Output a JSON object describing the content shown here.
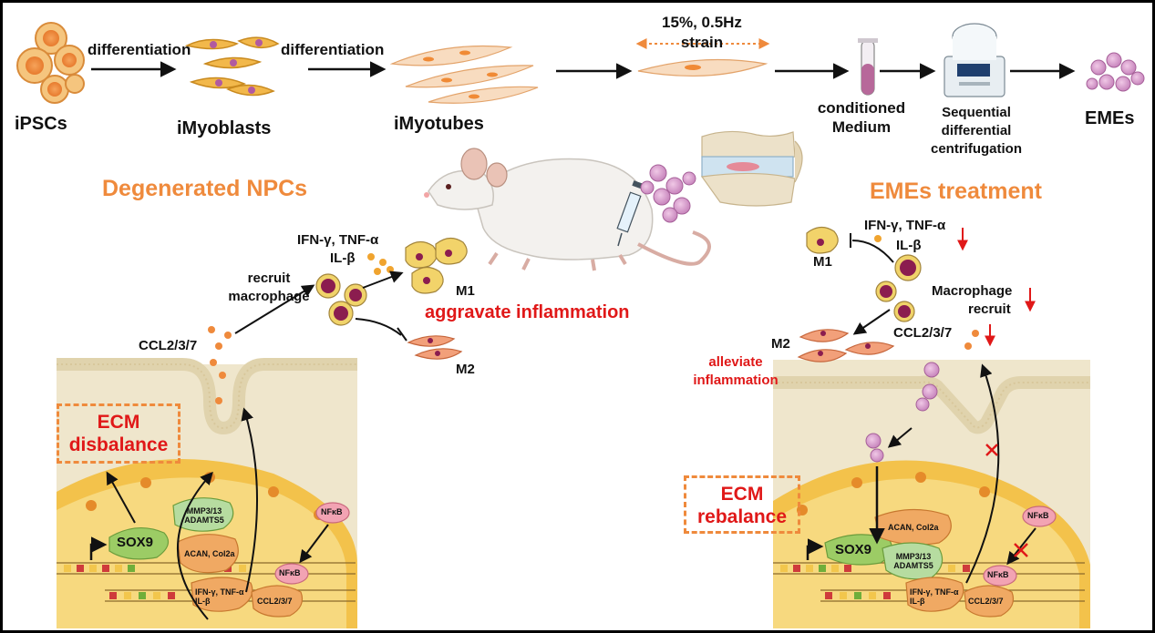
{
  "pipeline": {
    "ipscs": "iPSCs",
    "diff1": "differentiation",
    "imyoblasts": "iMyoblasts",
    "diff2": "differentiation",
    "imyotubes": "iMyotubes",
    "strain_top": "15%, 0.5Hz",
    "strain_bottom": "strain",
    "cond_medium_1": "conditioned",
    "cond_medium_2": "Medium",
    "centrifugation_1": "Sequential",
    "centrifugation_2": "differential",
    "centrifugation_3": "centrifugation",
    "emes": "EMEs"
  },
  "left": {
    "title": "Degenerated NPCs",
    "cytokines_1": "IFN-γ, TNF-α",
    "cytokines_2": "IL-β",
    "recruit_1": "recruit",
    "recruit_2": "macrophage",
    "m1": "M1",
    "m2": "M2",
    "aggravate": "aggravate inflammation",
    "ccl": "CCL2/3/7",
    "ecm_1": "ECM",
    "ecm_2": "disbalance",
    "sox9": "SOX9",
    "mmp_1": "MMP3/13",
    "mmp_2": "ADAMTS5",
    "acan": "ACAN, Col2a",
    "nfkb_top": "NFκB",
    "nfkb_bottom": "NFκB",
    "ifn_1": "IFN-γ, TNF-α",
    "ifn_2": "IL-β",
    "ccl_small": "CCL2/3/7"
  },
  "right": {
    "title": "EMEs treatment",
    "cytokines_1": "IFN-γ, TNF-α",
    "cytokines_2": "IL-β",
    "m1": "M1",
    "macrophage_1": "Macrophage",
    "macrophage_2": "recruit",
    "ccl": "CCL2/3/7",
    "m2": "M2",
    "alleviate_1": "alleviate",
    "alleviate_2": "inflammation",
    "ecm_1": "ECM",
    "ecm_2": "rebalance",
    "sox9": "SOX9",
    "acan": "ACAN, Col2a",
    "mmp_1": "MMP3/13",
    "mmp_2": "ADAMTS5",
    "nfkb_top": "NFκB",
    "nfkb_bottom": "NFκB",
    "ifn_1": "IFN-γ, TNF-α",
    "ifn_2": "IL-β",
    "ccl_small": "CCL2/3/7"
  },
  "colors": {
    "accent_orange": "#ef8a3c",
    "alert_red": "#e01818",
    "cell_yellow": "#f2c14e",
    "ecm_beige": "#efe6cc",
    "sox9_green": "#9ccc65"
  }
}
